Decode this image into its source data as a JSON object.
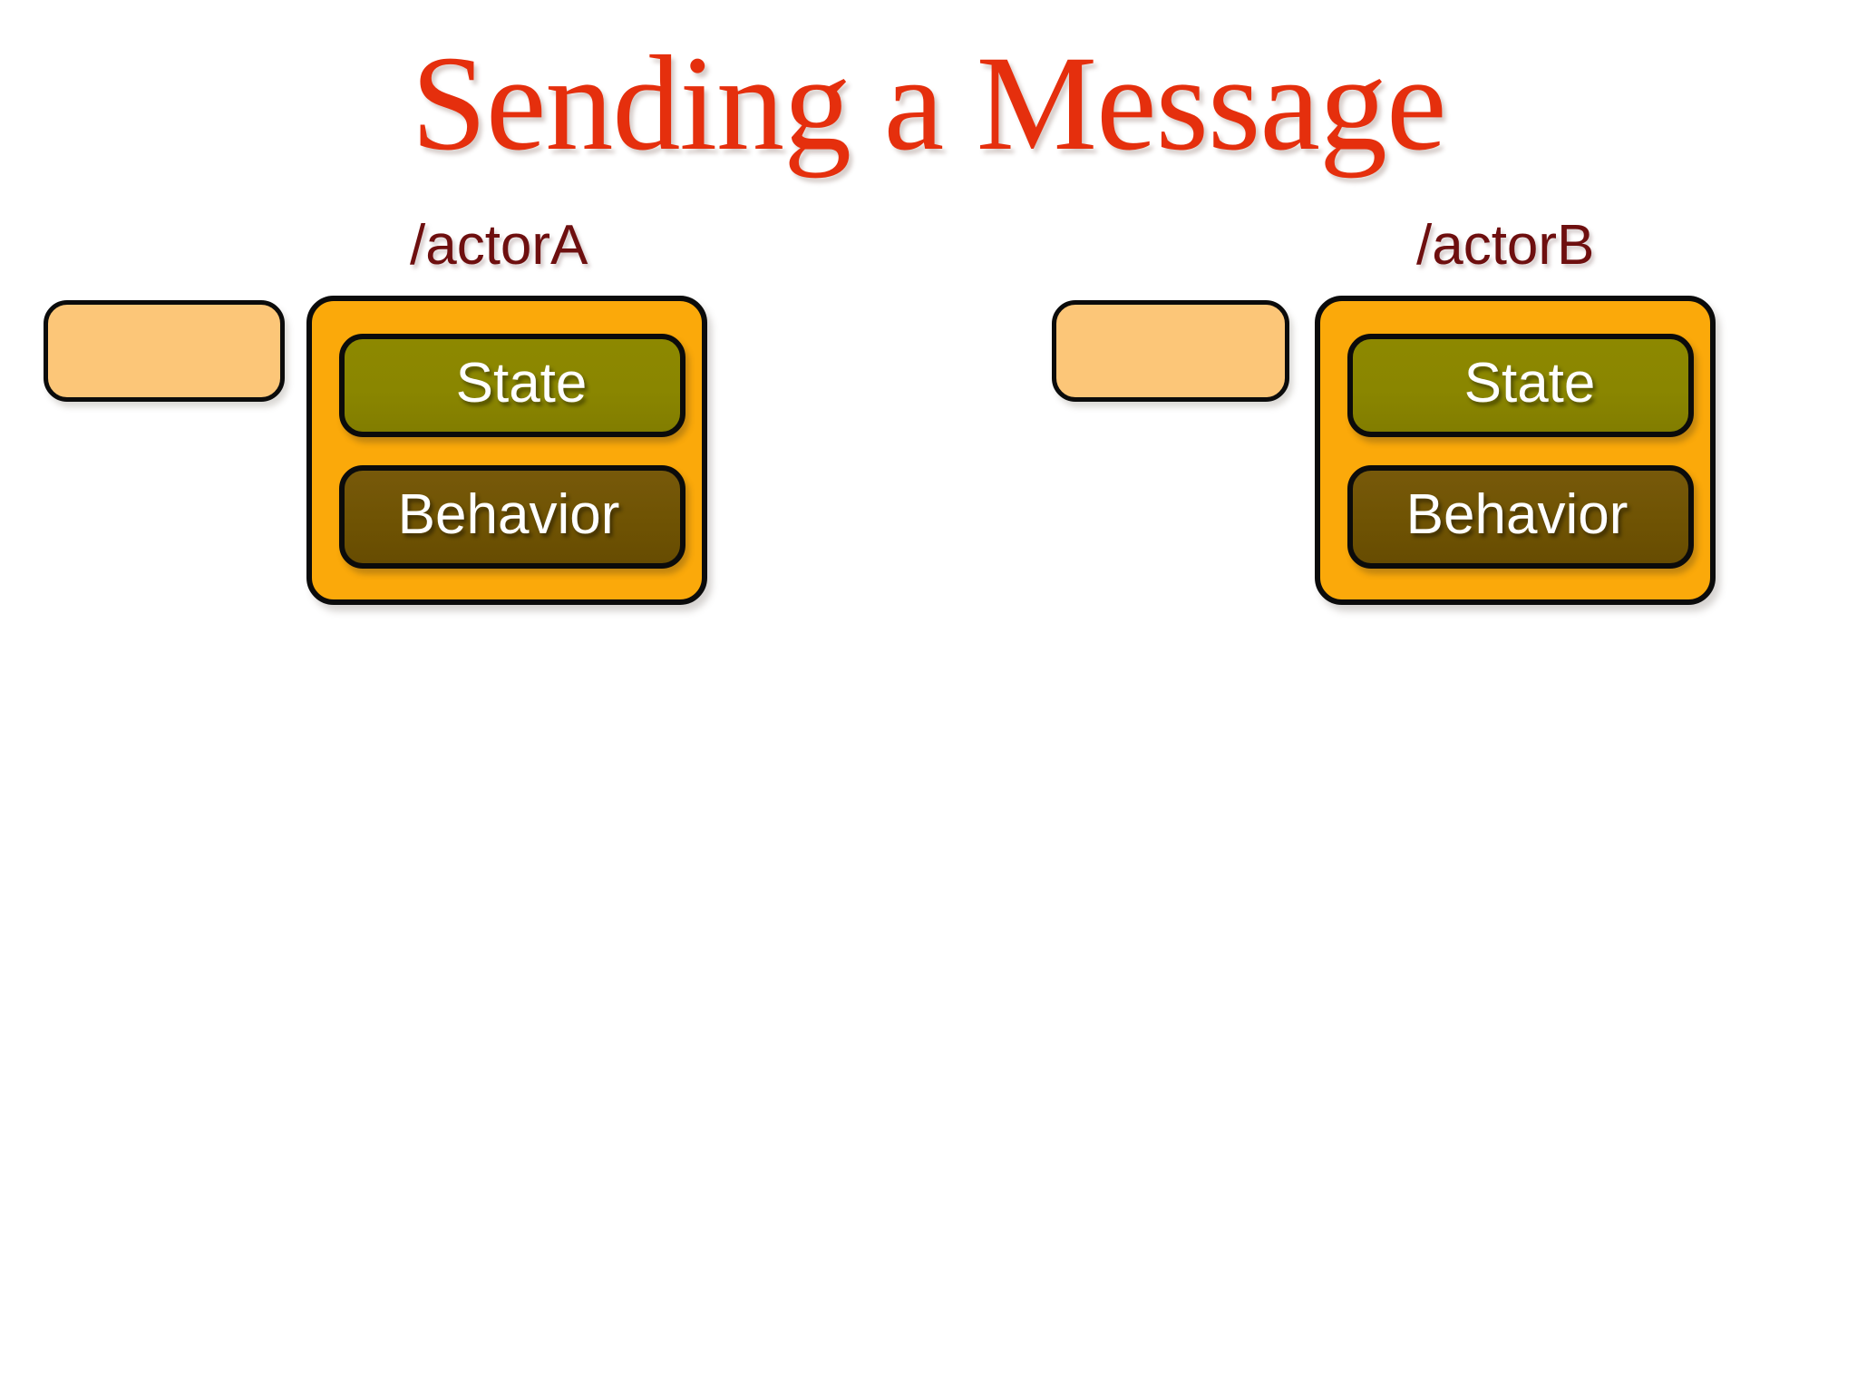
{
  "slide": {
    "title": "Sending a Message",
    "title_color": "#E52F0D",
    "background_color": "#FFFFFF"
  },
  "palette": {
    "actor_container": "#FBA90A",
    "mailbox": "#FCC678",
    "state": "#8A8600",
    "behavior": "#6F5303",
    "stroke": "#0B0B0B",
    "caption": "#6E0F0F",
    "slot_text": "#FFFFFF"
  },
  "actors": [
    {
      "id": "actorA",
      "caption": "/actorA",
      "mailbox": {
        "label": "",
        "messages": []
      },
      "slots": [
        {
          "key": "state",
          "label": "State"
        },
        {
          "key": "behavior",
          "label": "Behavior"
        }
      ]
    },
    {
      "id": "actorB",
      "caption": "/actorB",
      "mailbox": {
        "label": "",
        "messages": []
      },
      "slots": [
        {
          "key": "state",
          "label": "State"
        },
        {
          "key": "behavior",
          "label": "Behavior"
        }
      ]
    }
  ]
}
